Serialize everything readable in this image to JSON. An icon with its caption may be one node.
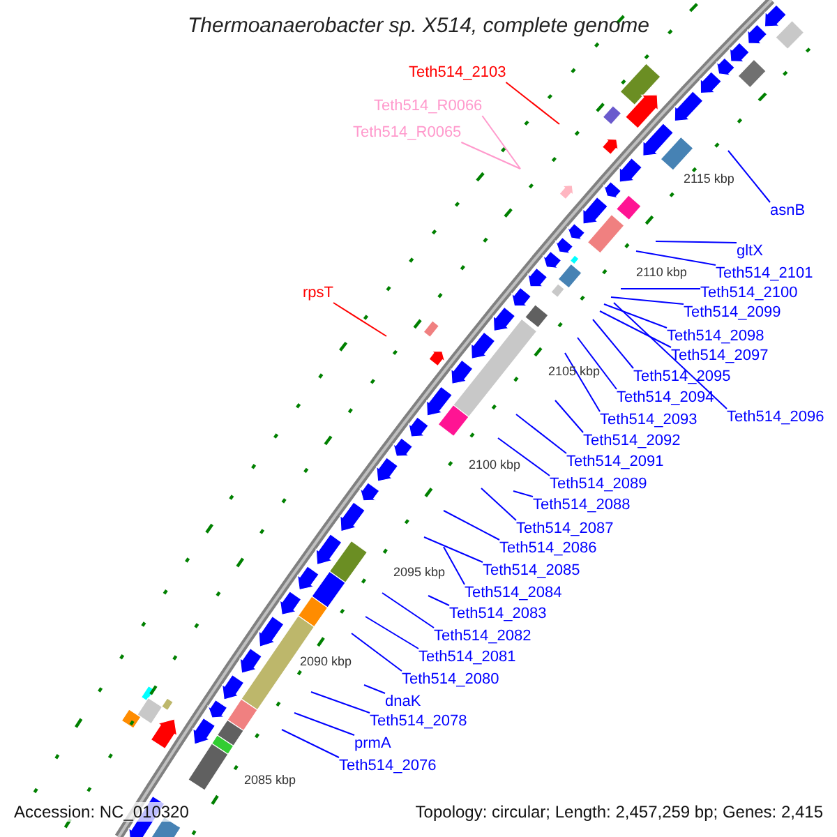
{
  "diagram": {
    "title": "Thermoanaerobacter sp. X514, complete genome",
    "nodes": [
      {
        "text": [
          "Teth514_2103"
        ]
      },
      {
        "text": [
          "Teth514_R0066"
        ]
      },
      {
        "text": [
          "Teth514_R0065"
        ]
      },
      {
        "text": [
          "asnB"
        ]
      },
      {
        "text": [
          "gltX"
        ]
      },
      {
        "text": [
          "Teth514_2101"
        ]
      },
      {
        "text": [
          "Teth514_2100"
        ]
      },
      {
        "text": [
          "Teth514_2099"
        ]
      },
      {
        "text": [
          "rpsT"
        ]
      },
      {
        "text": [
          "Teth514_2098"
        ]
      },
      {
        "text": [
          "Teth514_2097"
        ]
      },
      {
        "text": [
          "Teth514_2095"
        ]
      },
      {
        "text": [
          "Teth514_2094"
        ]
      },
      {
        "text": [
          "Teth514_2096"
        ]
      },
      {
        "text": [
          "Teth514_2093"
        ]
      },
      {
        "text": [
          "Teth514_2092"
        ]
      },
      {
        "text": [
          "Teth514_2091"
        ]
      },
      {
        "text": [
          "Teth514_2089"
        ]
      },
      {
        "text": [
          "Teth514_2088"
        ]
      },
      {
        "text": [
          "Teth514_2087"
        ]
      },
      {
        "text": [
          "Teth514_2086"
        ]
      },
      {
        "text": [
          "Teth514_2085"
        ]
      },
      {
        "text": [
          "Teth514_2084"
        ]
      },
      {
        "text": [
          "Teth514_2083"
        ]
      },
      {
        "text": [
          "Teth514_2082"
        ]
      },
      {
        "text": [
          "Teth514_2081"
        ]
      },
      {
        "text": [
          "Teth514_2080"
        ]
      },
      {
        "text": [
          "dnaK"
        ]
      },
      {
        "text": [
          "Teth514_2078"
        ]
      },
      {
        "text": [
          "prmA"
        ]
      },
      {
        "text": [
          "Teth514_2076"
        ]
      }
    ],
    "edges": [
      {
        "from": 0,
        "to": null,
        "arrow": "none",
        "color": "#ff0000"
      },
      {
        "from": 1,
        "to": null,
        "arrow": "none",
        "color": "#ff99cc"
      },
      {
        "from": 2,
        "to": null,
        "arrow": "none",
        "color": "#ff99cc"
      },
      {
        "from": 3,
        "to": null,
        "arrow": "none"
      },
      {
        "from": 4,
        "to": null,
        "arrow": "none"
      },
      {
        "from": 5,
        "to": null,
        "arrow": "none"
      },
      {
        "from": 6,
        "to": null,
        "arrow": "none"
      },
      {
        "from": 7,
        "to": null,
        "arrow": "none"
      },
      {
        "from": 8,
        "to": null,
        "arrow": "none",
        "color": "#ff0000"
      },
      {
        "from": 9,
        "to": null,
        "arrow": "none"
      },
      {
        "from": 10,
        "to": null,
        "arrow": "none"
      },
      {
        "from": 11,
        "to": null,
        "arrow": "none"
      },
      {
        "from": 12,
        "to": null,
        "arrow": "none"
      },
      {
        "from": 13,
        "to": null,
        "arrow": "none"
      },
      {
        "from": 14,
        "to": null,
        "arrow": "none"
      },
      {
        "from": 15,
        "to": null,
        "arrow": "none"
      },
      {
        "from": 16,
        "to": null,
        "arrow": "none"
      },
      {
        "from": 17,
        "to": null,
        "arrow": "none"
      },
      {
        "from": 18,
        "to": null,
        "arrow": "none"
      },
      {
        "from": 19,
        "to": null,
        "arrow": "none"
      },
      {
        "from": 20,
        "to": null,
        "arrow": "none"
      },
      {
        "from": 21,
        "to": null,
        "arrow": "none"
      },
      {
        "from": 22,
        "to": null,
        "arrow": "none"
      },
      {
        "from": 23,
        "to": null,
        "arrow": "none"
      },
      {
        "from": 24,
        "to": null,
        "arrow": "none"
      },
      {
        "from": 25,
        "to": null,
        "arrow": "none"
      },
      {
        "from": 26,
        "to": null,
        "arrow": "none"
      },
      {
        "from": 27,
        "to": null,
        "arrow": "none"
      },
      {
        "from": 28,
        "to": null,
        "arrow": "none"
      },
      {
        "from": 29,
        "to": null,
        "arrow": "none"
      },
      {
        "from": 30,
        "to": null,
        "arrow": "none"
      }
    ],
    "labels": [
      "2115 kbp",
      "2110 kbp",
      "2105 kbp",
      "2100 kbp",
      "2095 kbp",
      "2090 kbp",
      "2085 kbp",
      "Accession: NC_010320",
      "Topology: circular; Length: 2,457,259 bp; Genes: 2,415"
    ]
  }
}
